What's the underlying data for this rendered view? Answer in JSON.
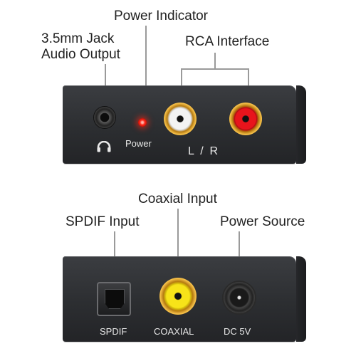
{
  "callouts": {
    "jack_output_line1": "3.5mm Jack",
    "jack_output_line2": "Audio Output",
    "power_indicator": "Power Indicator",
    "rca_interface": "RCA Interface",
    "coaxial_input": "Coaxial Input",
    "spdif_input": "SPDIF Input",
    "power_source": "Power Source"
  },
  "top_panel": {
    "power_label": "Power",
    "channel_label": "L  /  R",
    "headphone_icon": "headphones-icon",
    "colors": {
      "led": "#ff2a1a",
      "rca_left": "#f3f3f3",
      "rca_right": "#e8141c",
      "gold": "#f5c04a",
      "body": "#2f3134"
    }
  },
  "bottom_panel": {
    "spdif_label": "SPDIF",
    "coaxial_label": "COAXIAL",
    "dc_label": "DC 5V",
    "colors": {
      "coaxial": "#f7e319"
    }
  }
}
